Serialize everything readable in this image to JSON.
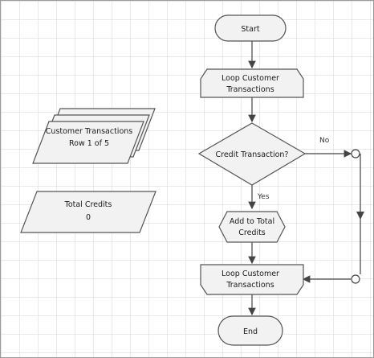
{
  "diagram": {
    "colors": {
      "stroke": "#555555",
      "fill": "#f2f2f2",
      "grid": "#d6d6d6",
      "arrow": "#444444"
    },
    "nodes": {
      "start": {
        "label": "Start"
      },
      "loop_begin": {
        "line1": "Loop Customer",
        "line2": "Transactions"
      },
      "decision": {
        "label": "Credit Transaction?"
      },
      "add": {
        "line1": "Add to Total",
        "line2": "Credits"
      },
      "loop_end": {
        "line1": "Loop Customer",
        "line2": "Transactions"
      },
      "end": {
        "label": "End"
      }
    },
    "variables": {
      "transactions": {
        "line1": "Customer Transactions",
        "line2": "Row 1 of 5"
      },
      "total_credits": {
        "line1": "Total Credits",
        "line2": "0"
      }
    },
    "edges": {
      "no_label": "No",
      "yes_label": "Yes"
    }
  }
}
